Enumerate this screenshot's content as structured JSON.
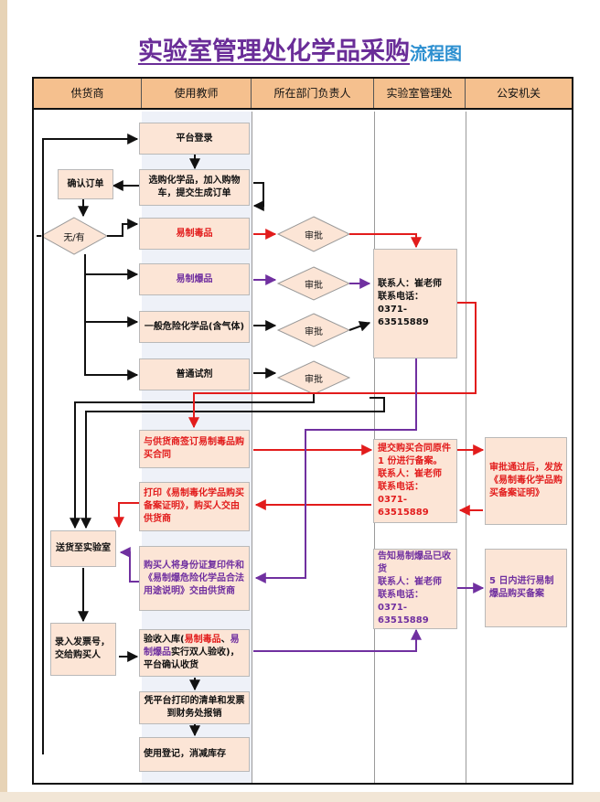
{
  "title": {
    "main": "实验室管理处化学品采购",
    "sub": "流程图"
  },
  "columns": [
    "供货商",
    "使用教师",
    "所在部门负责人",
    "实验室管理处",
    "公安机关"
  ],
  "steps": {
    "platform_login": "平台登录",
    "select_chemicals": "选购化学品，加入购物车，提交生成订单",
    "confirm_order": "确认订单",
    "none_have": "无/有",
    "precursor": "易制毒品",
    "explosive_precursor": "易制爆品",
    "general_hazardous": "一般危险化学品(含气体)",
    "ordinary_reagent": "普通试剂",
    "approve_1": "审批",
    "approve_2": "审批",
    "approve_3": "审批",
    "approve_4": "审批",
    "lab_contact": "联系人：崔老师\n联系电话：\n0371-63515889",
    "sign_contract": "与供货商签订易制毒品购买合同",
    "submit_contract": "提交购买合同原件 1 份进行备案。\n联系人：崔老师\n联系电话：\n0371-63515889",
    "police_approve": "审批通过后，发放《易制毒化学品购买备案证明》",
    "print_certificate": "打印《易制毒化学品购买备案证明》，购买人交由供货商",
    "deliver_lab": "送货至实验室",
    "buyer_id_copy": "购买人将身份证复印件和《易制爆危险化学品合法用途说明》交由供货商",
    "notify_explosive": "告知易制爆品已收货\n联系人：崔老师\n联系电话：\n0371-63515889",
    "file_within_5_days": "5 日内进行易制爆品购买备案",
    "enter_invoice": "录入发票号，交给购买人",
    "acceptance_prefix": "验收入库(",
    "acceptance_red": "易制毒品",
    "acceptance_sep": "、",
    "acceptance_purple": "易制爆品",
    "acceptance_suffix": "实行双人验收)，平台确认收货",
    "reimburse": "凭平台打印的清单和发票到财务处报销",
    "usage_register": "使用登记，消减库存"
  },
  "colors": {
    "title": "#6a2d98",
    "title_sub": "#2c8fd0",
    "header_bg": "#f5c08e",
    "box_bg": "#fce5d6",
    "red_flow": "#e21c1c",
    "purple_flow": "#7030a0",
    "black_flow": "#111111"
  }
}
